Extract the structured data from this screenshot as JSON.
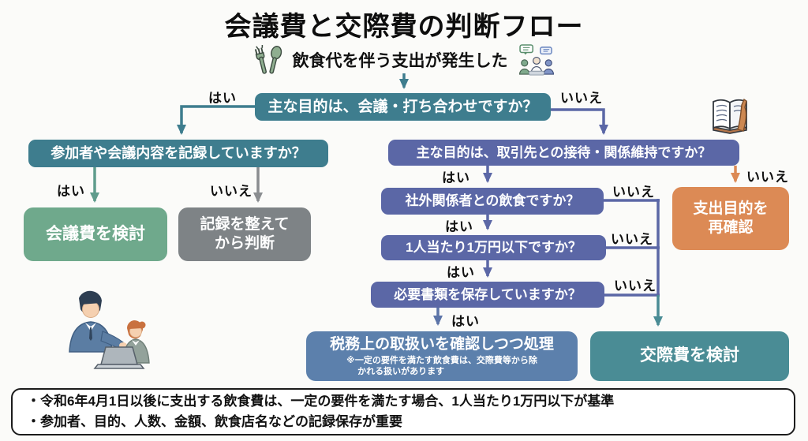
{
  "title": "会議費と交際費の判断フロー",
  "start": {
    "label": "飲食代を伴う支出が発生した"
  },
  "branch_labels": {
    "yes": "はい",
    "no": "いいえ"
  },
  "nodes": {
    "q_main": "主な目的は、会議・打ち合わせですか？",
    "q_record": "参加者や会議内容を記録していますか？",
    "r_meeting": "会議費を検討",
    "r_fix": {
      "line1": "記録を整えて",
      "line2": "から判断"
    },
    "q_entertain": "主な目的は、取引先との接待・関係維持ですか？",
    "r_recheck": {
      "line1": "支出目的を",
      "line2": "再確認"
    },
    "q_external": "社外関係者との飲食ですか？",
    "q_amount": "1人当たり1万円以下ですか？",
    "q_docs": "必要書類を保存していますか？",
    "r_tax": {
      "title": "税務上の取扱いを確認しつつ処理",
      "note_line1": "※一定の要件を満たす飲食費は、交際費等から除",
      "note_line2": "かれる扱いがあります"
    },
    "r_entertainment": "交際費を検討"
  },
  "footnotes": [
    "・令和6年4月1日以後に支出する飲食費は、一定の要件を満たす場合、1人当たり1万円以下が基準",
    "・参加者、目的、人数、金額、飲食店名などの記録保存が重要"
  ],
  "icons": {
    "cutlery": "cutlery-icon",
    "meeting_people": "meeting-people-icon",
    "open_book": "open-book-icon",
    "consulting_people": "consulting-people-illustration"
  },
  "colors": {
    "teal": "#3E7D8E",
    "purple": "#5B67A6",
    "green": "#6FA98C",
    "gray": "#7E8386",
    "orange": "#DC8A55",
    "blue": "#5C80AC",
    "result_teal": "#4A8C95"
  }
}
